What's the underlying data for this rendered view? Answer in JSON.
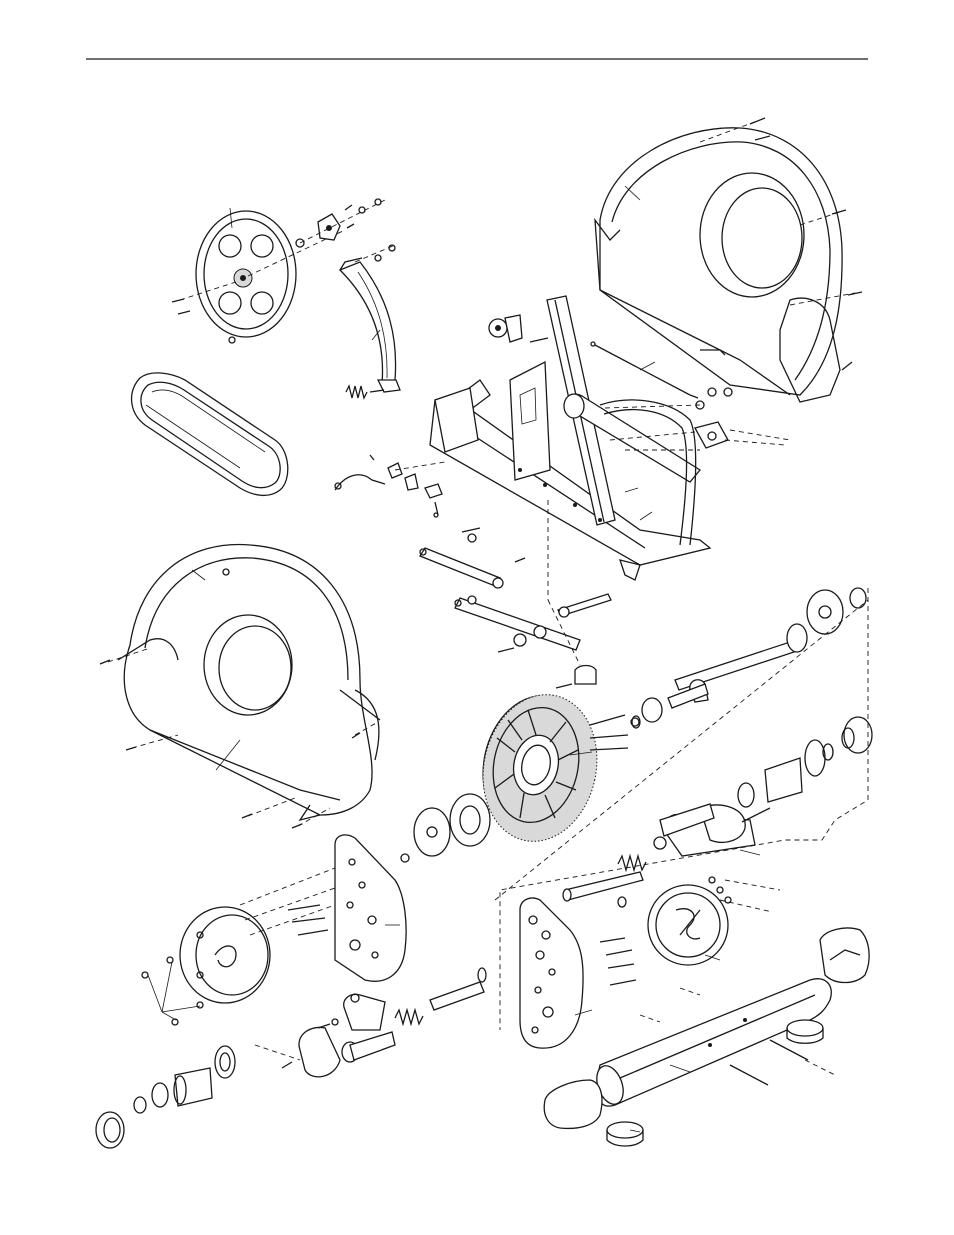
{
  "diagram": {
    "parts": [
      "rear-cover-right",
      "pulley",
      "idler-assembly",
      "drive-belt",
      "frame",
      "cover-left",
      "flywheel",
      "crank-assembly-left",
      "crank-assembly-right",
      "base-stabilizer",
      "leveling-foot"
    ]
  }
}
